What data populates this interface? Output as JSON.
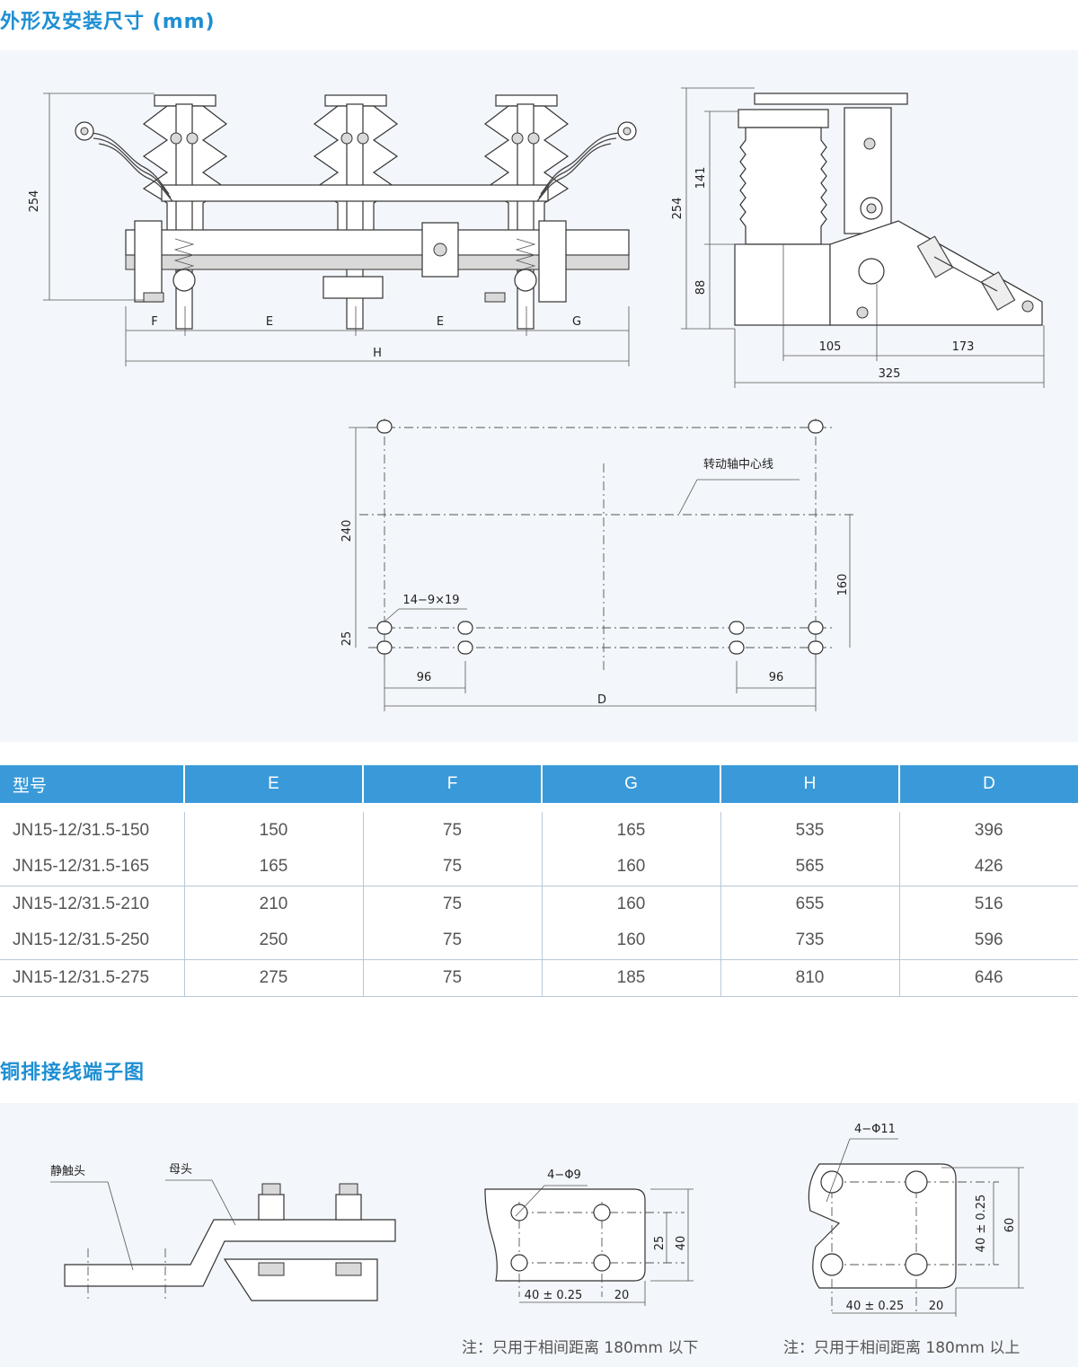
{
  "sections": {
    "outline_title": "外形及安装尺寸 (mm)",
    "terminal_title": "铜排接线端子图"
  },
  "front_view": {
    "dim_height": "254",
    "dim_F": "F",
    "dim_E1": "E",
    "dim_E2": "E",
    "dim_G": "G",
    "dim_H": "H"
  },
  "side_view": {
    "dim_254": "254",
    "dim_141": "141",
    "dim_88": "88",
    "dim_105": "105",
    "dim_173": "173",
    "dim_325": "325"
  },
  "mount_plan": {
    "shaft_label": "转动轴中心线",
    "dim_240": "240",
    "dim_160": "160",
    "dim_25": "25",
    "hole_label": "14−9×19",
    "dim_96_left": "96",
    "dim_96_right": "96",
    "dim_D": "D"
  },
  "table": {
    "headers": [
      "型号",
      "E",
      "F",
      "G",
      "H",
      "D"
    ],
    "rows": [
      [
        "JN15-12/31.5-150",
        "150",
        "75",
        "165",
        "535",
        "396"
      ],
      [
        "JN15-12/31.5-165",
        "165",
        "75",
        "160",
        "565",
        "426"
      ],
      [
        "JN15-12/31.5-210",
        "210",
        "75",
        "160",
        "655",
        "516"
      ],
      [
        "JN15-12/31.5-250",
        "250",
        "75",
        "160",
        "735",
        "596"
      ],
      [
        "JN15-12/31.5-275",
        "275",
        "75",
        "185",
        "810",
        "646"
      ]
    ]
  },
  "terminal": {
    "label_static": "静触头",
    "label_busbar": "母头",
    "small": {
      "holes": "4−Φ9",
      "dim_25": "25",
      "dim_40": "40",
      "dim_pitch": "40 ± 0.25",
      "dim_20": "20",
      "note": "注：只用于相间距离 180mm 以下"
    },
    "large": {
      "holes": "4−Φ11",
      "dim_pitch_v": "40 ± 0.25",
      "dim_60": "60",
      "dim_pitch_h": "40 ± 0.25",
      "dim_20": "20",
      "note": "注：只用于相间距离 180mm 以上"
    }
  }
}
